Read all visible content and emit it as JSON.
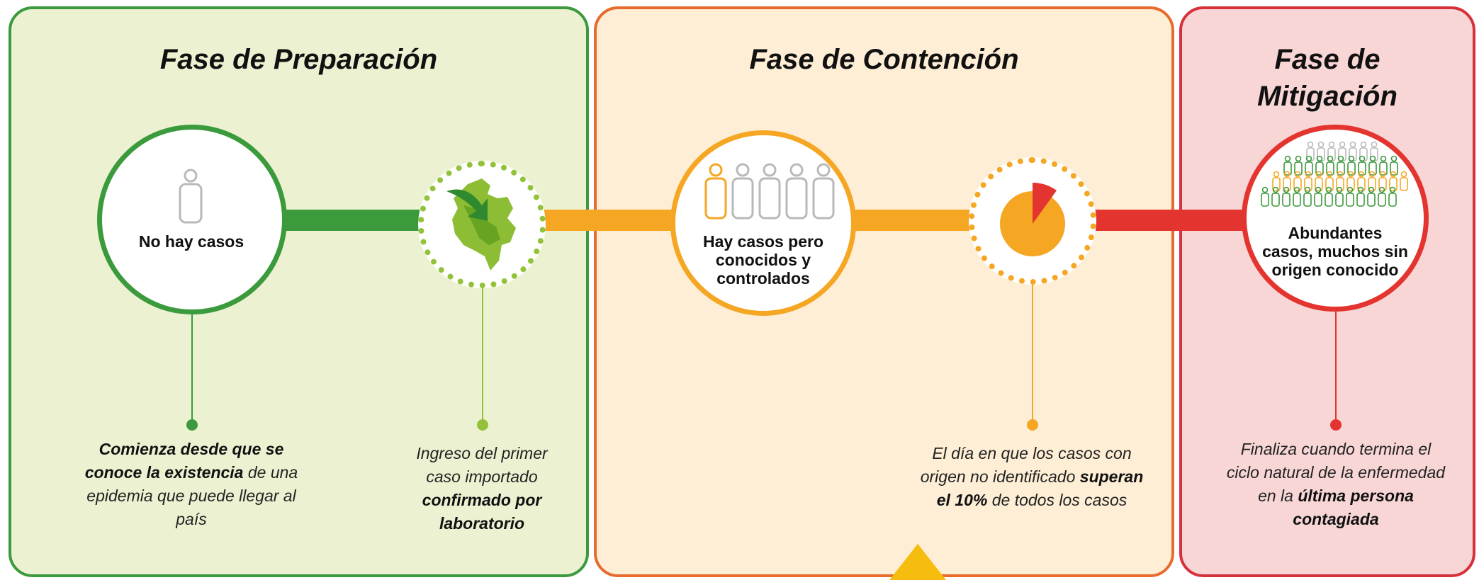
{
  "colors": {
    "green": "#3a9a3c",
    "light_green": "#93c23a",
    "orange": "#f5a623",
    "red": "#e3342f",
    "prep_bg": "#ecf2d1",
    "cont_bg": "#fdeed5",
    "miti_bg": "#f8d6d6"
  },
  "phases": {
    "preparacion": {
      "title": "Fase de Preparación",
      "node1": {
        "label": "No hay casos",
        "icon": "person-icon"
      },
      "node2": {
        "icon": "colombia-map-icon"
      },
      "desc1": {
        "b1": "Comienza desde que se conoce la existencia",
        "t1": " de una epidemia que puede llegar al país"
      },
      "desc2": {
        "t1": "Ingreso del primer caso importado ",
        "b1": "confirmado por laboratorio"
      }
    },
    "contencion": {
      "title": "Fase de Contención",
      "node1": {
        "label_l1": "Hay casos pero",
        "label_l2": "conocidos y",
        "label_l3": "controlados",
        "icon": "people-group-icon"
      },
      "node2": {
        "icon": "pie-10-percent-icon",
        "share_highlight": 0.1
      },
      "desc": {
        "t1": "El día en que los casos con origen no identificado ",
        "b1": "superan el 10%",
        "t2": " de todos los casos"
      }
    },
    "mitigacion": {
      "title_l1": "Fase de",
      "title_l2": "Mitigación",
      "node1": {
        "label_l1": "Abundantes",
        "label_l2": "casos, muchos sin",
        "label_l3": "origen conocido",
        "icon": "crowd-icon"
      },
      "desc": {
        "t1": "Finaliza cuando termina el ciclo natural de la enfermedad en la ",
        "b1": "última persona contagiada"
      }
    }
  }
}
